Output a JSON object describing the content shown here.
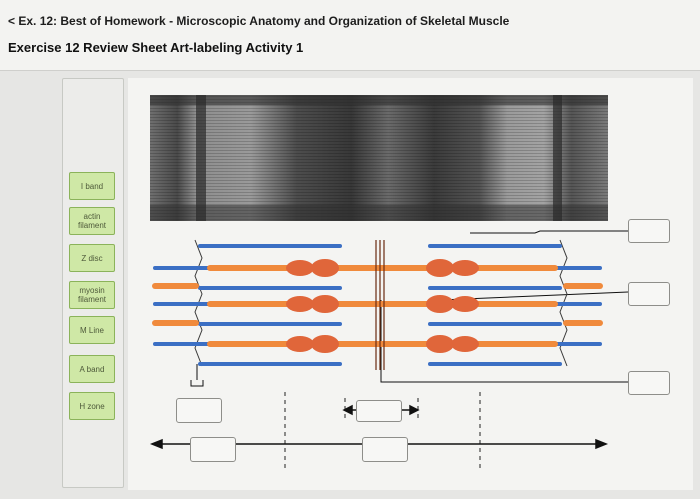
{
  "header": {
    "back_glyph": "<",
    "back_label": "Ex. 12: Best of Homework - Microscopic Anatomy and Organization of Skeletal Muscle",
    "title": "Exercise 12 Review Sheet Art-labeling Activity 1"
  },
  "labels": [
    {
      "text": "I band"
    },
    {
      "text": "actin filament"
    },
    {
      "text": "Z disc"
    },
    {
      "text": "myosin filament"
    },
    {
      "text": "M Line"
    },
    {
      "text": "A band"
    },
    {
      "text": "H zone"
    }
  ],
  "colors": {
    "chip_fill": "#cfe8a6",
    "chip_border": "#8bb35a",
    "actin": "#3b6fc4",
    "myosin": "#f08a3c",
    "myosin_head": "#e0663a"
  },
  "icons": [
    "chevron-left-icon"
  ]
}
